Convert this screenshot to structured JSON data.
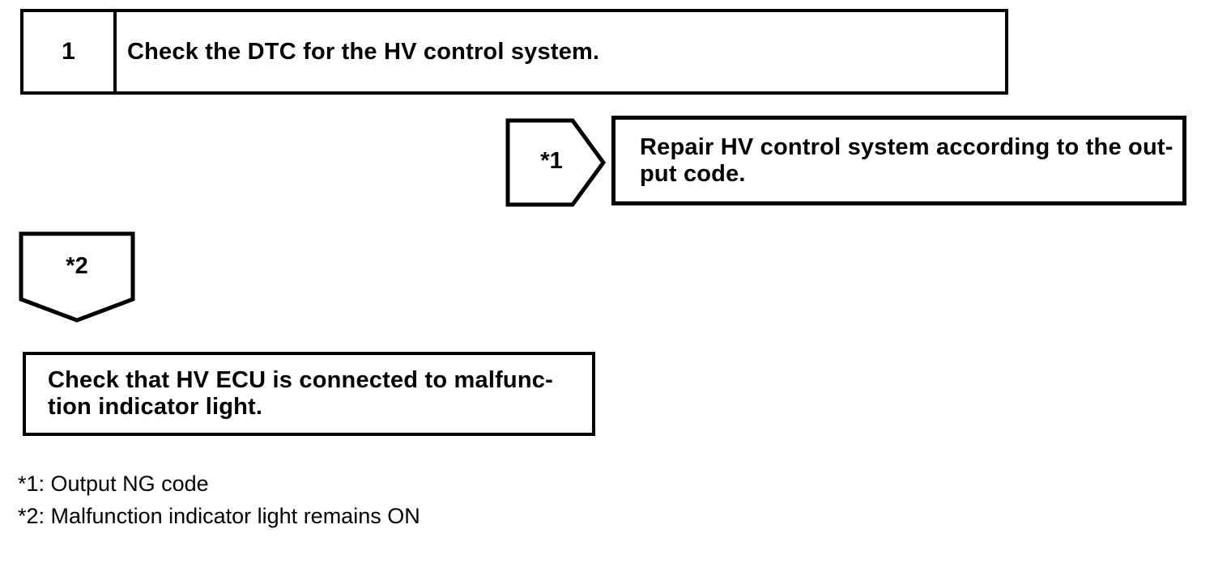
{
  "colors": {
    "ink": "#000000",
    "paper": "#ffffff"
  },
  "flowchart": {
    "step1": {
      "number": "1",
      "title": "Check the DTC for the HV control system."
    },
    "connector1": {
      "label": "*1"
    },
    "repair_box": {
      "line1": "Repair HV control system according to the out-",
      "line2": "put code."
    },
    "connector2": {
      "label": "*2"
    },
    "check_box": {
      "line1": "Check that HV ECU is connected to malfunc-",
      "line2": "tion indicator light."
    },
    "legend": {
      "line1": "*1: Output NG code",
      "line2": "*2: Malfunction indicator light remains ON"
    }
  }
}
